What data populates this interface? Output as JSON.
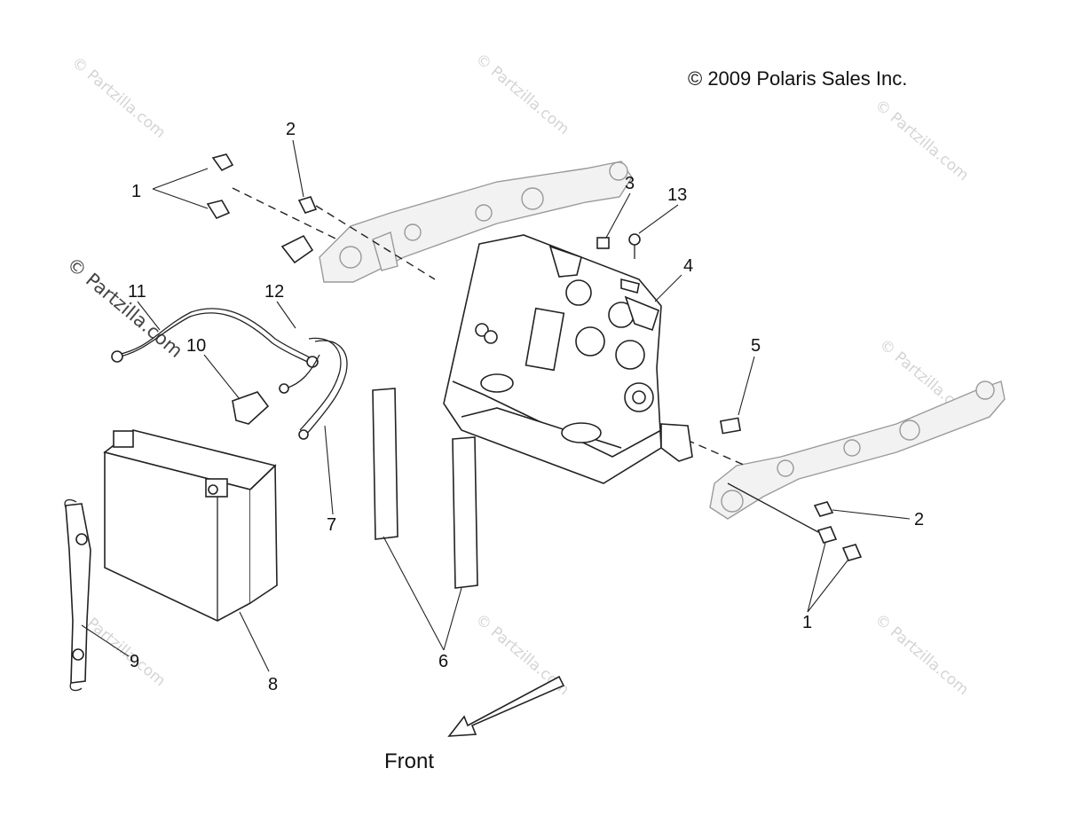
{
  "copyright": "© 2009 Polaris Sales Inc.",
  "direction_label": "Front",
  "watermark": "© Partzilla.com",
  "callouts": [
    "1",
    "2",
    "3",
    "13",
    "4",
    "11",
    "12",
    "10",
    "5",
    "7",
    "6",
    "8",
    "9",
    "2",
    "1"
  ],
  "colors": {
    "line": "#222222",
    "ghost_part": "#9a9a9a",
    "watermark": "#d4d4d4"
  }
}
